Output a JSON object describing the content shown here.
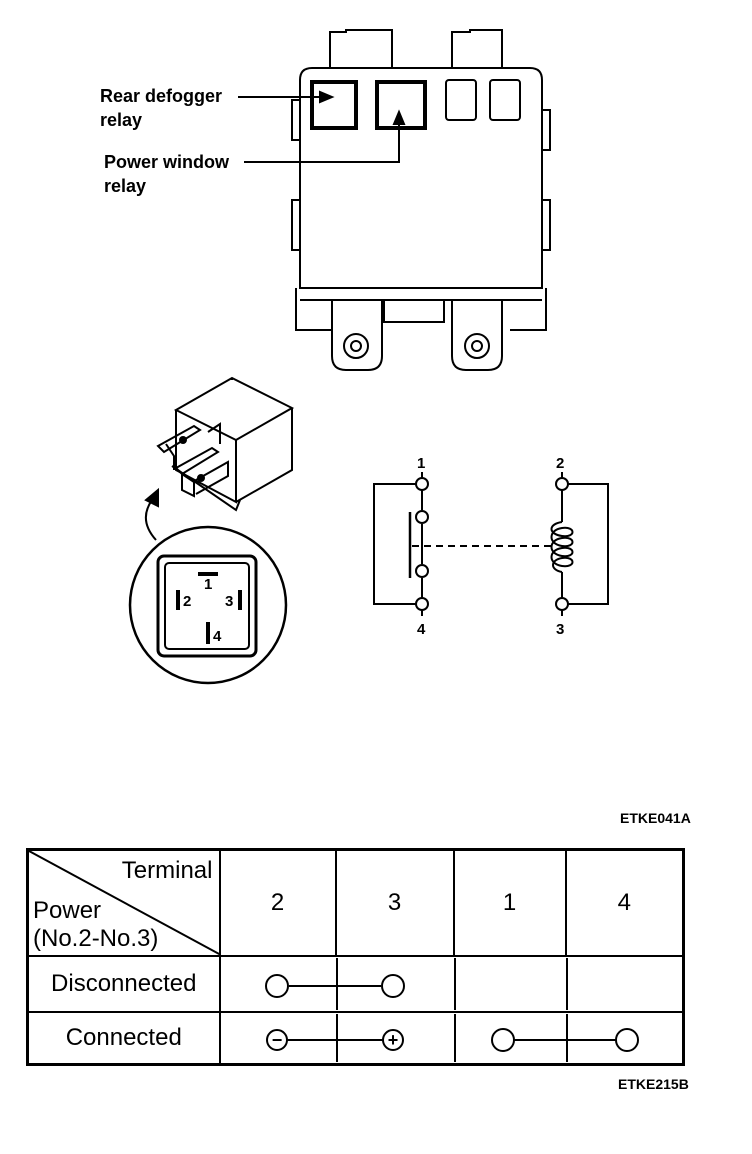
{
  "labels": {
    "rear_defogger_relay": [
      "Rear defogger",
      "relay"
    ],
    "power_window_relay": [
      "Power window",
      "relay"
    ]
  },
  "connector_pins": {
    "pin1": "1",
    "pin2": "2",
    "pin3": "3",
    "pin4": "4"
  },
  "schematic_terminals": {
    "top_left": "1",
    "top_right": "2",
    "bottom_left": "4",
    "bottom_right": "3"
  },
  "figure_codes": {
    "top": "ETKE041A",
    "bottom": "ETKE215B"
  },
  "table": {
    "header_terminal": "Terminal",
    "header_power": [
      "Power",
      "(No.2-No.3)"
    ],
    "columns": [
      "2",
      "3",
      "1",
      "4"
    ],
    "rows": [
      {
        "label": "Disconnected",
        "links": [
          {
            "from": "2",
            "to": "3",
            "from_sign": "",
            "to_sign": ""
          }
        ]
      },
      {
        "label": "Connected",
        "links": [
          {
            "from": "2",
            "to": "3",
            "from_sign": "−",
            "to_sign": "+"
          },
          {
            "from": "1",
            "to": "4",
            "from_sign": "",
            "to_sign": ""
          }
        ]
      }
    ]
  }
}
